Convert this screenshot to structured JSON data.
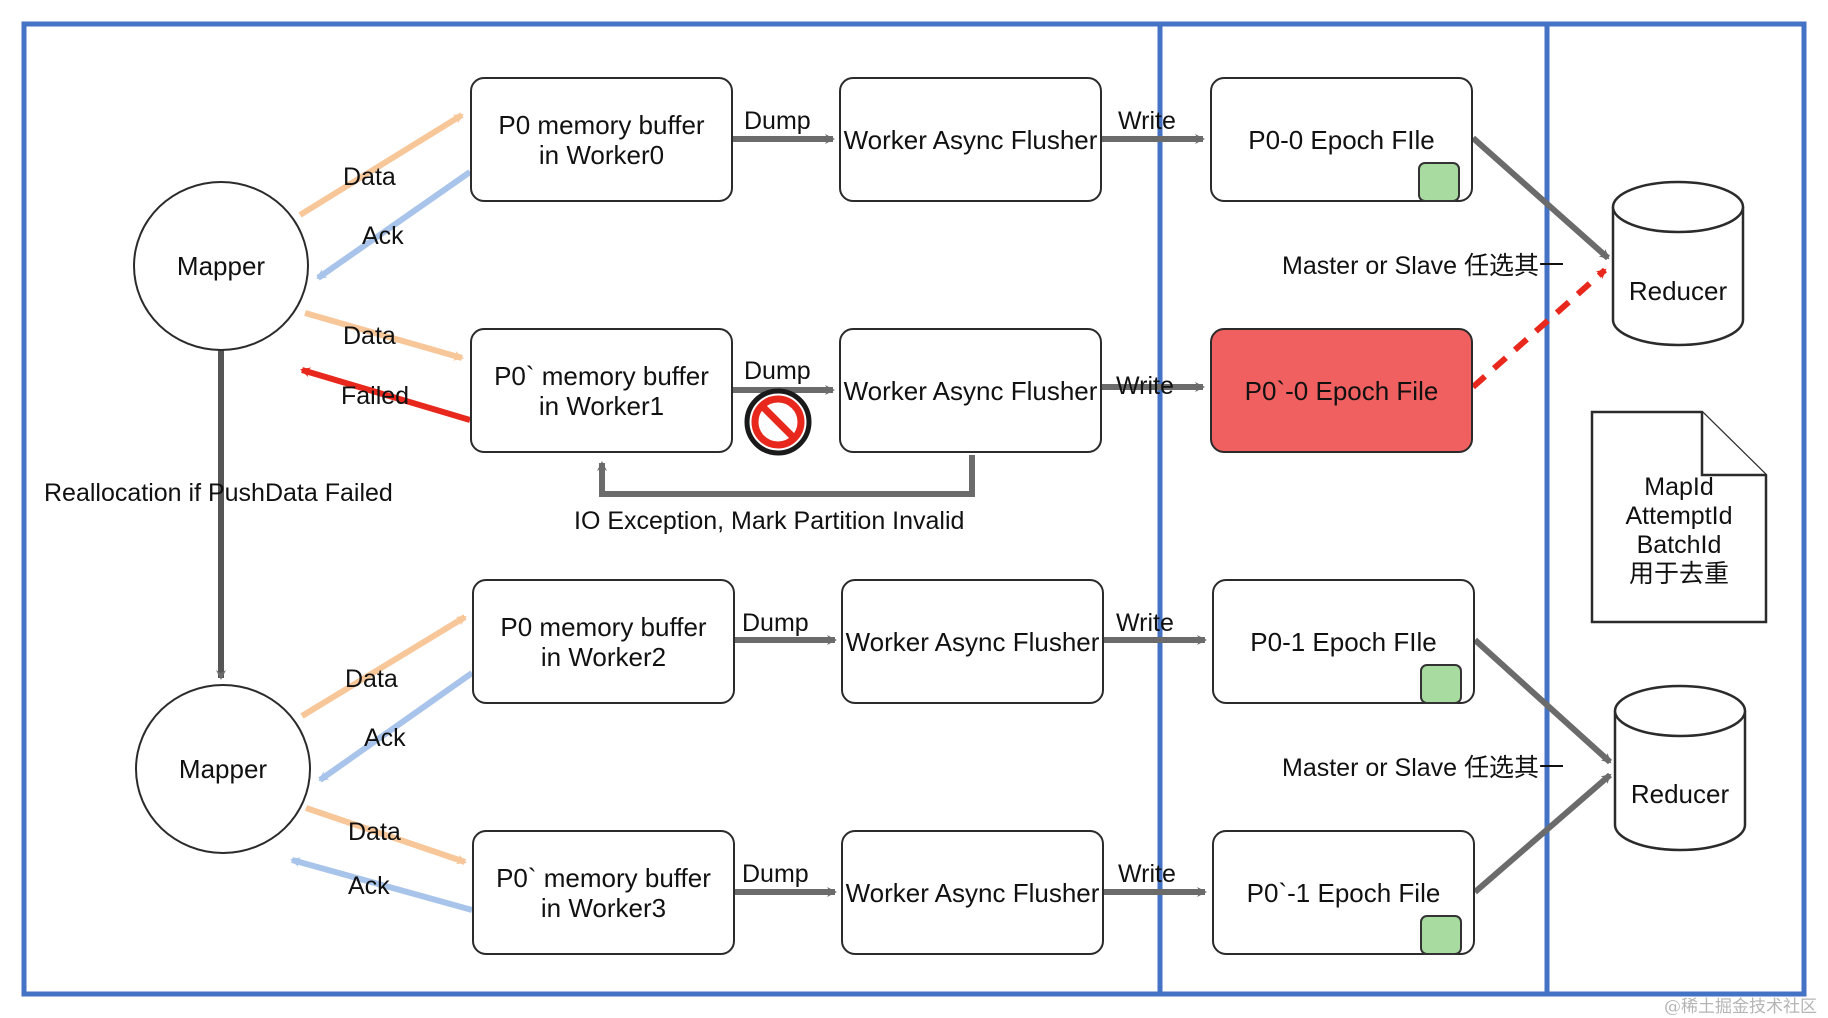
{
  "mappers": [
    {
      "label": "Mapper"
    },
    {
      "label": "Mapper"
    }
  ],
  "buffers": [
    {
      "line1": "P0 memory buffer",
      "line2": "in Worker0"
    },
    {
      "line1": "P0` memory buffer",
      "line2": "in Worker1"
    },
    {
      "line1": "P0 memory buffer",
      "line2": "in Worker2"
    },
    {
      "line1": "P0` memory buffer",
      "line2": "in Worker3"
    }
  ],
  "flushers": [
    {
      "label": "Worker Async Flusher"
    },
    {
      "label": "Worker Async Flusher"
    },
    {
      "label": "Worker Async Flusher"
    },
    {
      "label": "Worker Async Flusher"
    }
  ],
  "epoch_files": [
    {
      "label": "P0-0 Epoch FIle",
      "status": "ok"
    },
    {
      "label": "P0`-0 Epoch File",
      "status": "failed"
    },
    {
      "label": "P0-1 Epoch FIle",
      "status": "ok"
    },
    {
      "label": "P0`-1 Epoch File",
      "status": "ok"
    }
  ],
  "reducers": [
    {
      "label": "Reducer"
    },
    {
      "label": "Reducer"
    }
  ],
  "edge_labels": {
    "data": "Data",
    "ack": "Ack",
    "failed": "Failed",
    "dump": "Dump",
    "write": "Write",
    "master_slave": "Master or Slave 任选其一",
    "reallocation": "Reallocation if PushData Failed",
    "io_exception": "IO Exception, Mark Partition Invalid"
  },
  "dedup_note": {
    "lines": [
      "MapId",
      "AttemptId",
      "BatchId",
      "用于去重"
    ]
  },
  "watermark": "@稀土掘金技术社区",
  "colors": {
    "frame": "#4472c4",
    "data_arrow": "#f7c79a",
    "ack_arrow": "#a9c4ea",
    "failed_arrow": "#e8281c",
    "flow_arrow": "#6b6b6b",
    "failed_file": "#f06060",
    "ok_marker": "#a8dba0"
  },
  "icons": {
    "blocked": "no-entry-icon"
  }
}
